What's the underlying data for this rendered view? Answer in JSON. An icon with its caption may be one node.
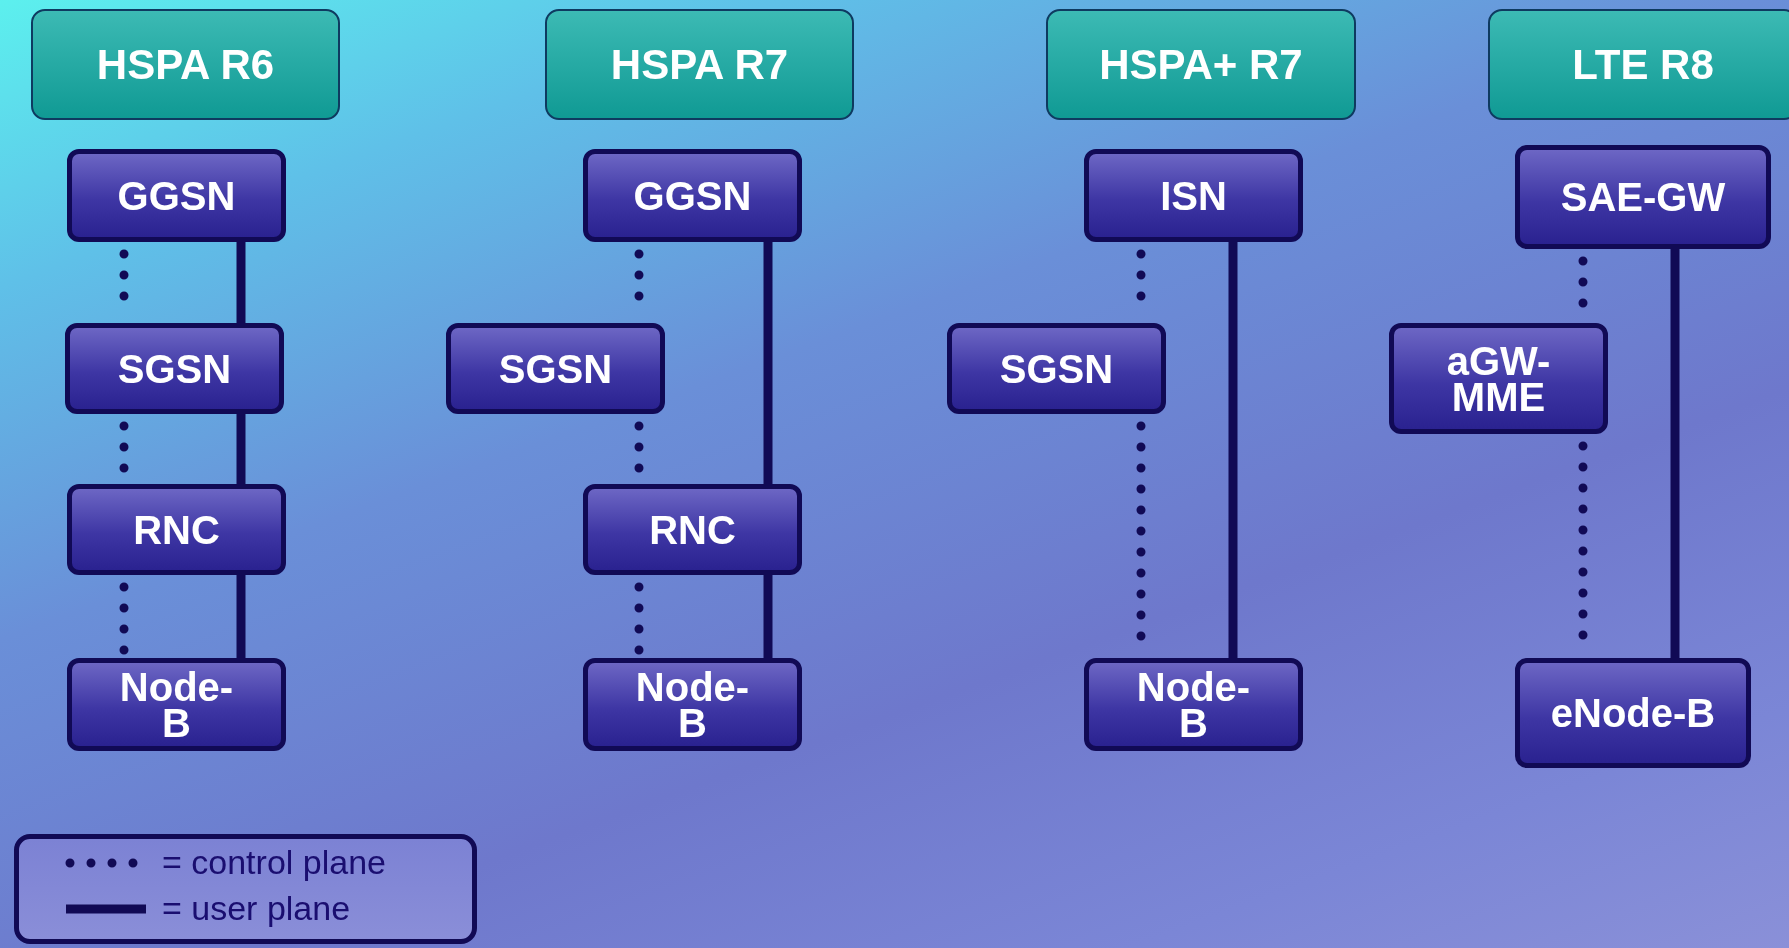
{
  "diagram": {
    "nodes": [
      {
        "text": [
          "HSPA R6"
        ]
      },
      {
        "text": [
          "HSPA R7"
        ]
      },
      {
        "text": [
          "HSPA+ R7"
        ]
      },
      {
        "text": [
          "LTE R8"
        ]
      },
      {
        "text": [
          "GGSN"
        ]
      },
      {
        "text": [
          "SGSN"
        ]
      },
      {
        "text": [
          "RNC"
        ]
      },
      {
        "text": [
          "Node-B"
        ]
      },
      {
        "text": [
          "GGSN"
        ]
      },
      {
        "text": [
          "SGSN"
        ]
      },
      {
        "text": [
          "RNC"
        ]
      },
      {
        "text": [
          "Node-B"
        ]
      },
      {
        "text": [
          "ISN"
        ]
      },
      {
        "text": [
          "SGSN"
        ]
      },
      {
        "text": [
          "Node-B"
        ]
      },
      {
        "text": [
          "SAE-GW"
        ]
      },
      {
        "text": [
          "aGW-MME"
        ]
      },
      {
        "text": [
          "eNode-B"
        ]
      }
    ],
    "edges": [
      {
        "from": 4,
        "to": 5,
        "arrow": "none",
        "style": "dashed"
      },
      {
        "from": 5,
        "to": 6,
        "arrow": "none",
        "style": "dashed"
      },
      {
        "from": 6,
        "to": 7,
        "arrow": "none",
        "style": "dashed"
      },
      {
        "from": 4,
        "to": 5,
        "arrow": "none"
      },
      {
        "from": 5,
        "to": 6,
        "arrow": "none"
      },
      {
        "from": 6,
        "to": 7,
        "arrow": "none"
      },
      {
        "from": 8,
        "to": 9,
        "arrow": "none",
        "style": "dashed"
      },
      {
        "from": 9,
        "to": 10,
        "arrow": "none",
        "style": "dashed"
      },
      {
        "from": 10,
        "to": 11,
        "arrow": "none",
        "style": "dashed"
      },
      {
        "from": 8,
        "to": 10,
        "arrow": "none"
      },
      {
        "from": 10,
        "to": 11,
        "arrow": "none"
      },
      {
        "from": 12,
        "to": 13,
        "arrow": "none",
        "style": "dashed"
      },
      {
        "from": 13,
        "to": 14,
        "arrow": "none",
        "style": "dashed"
      },
      {
        "from": 12,
        "to": 14,
        "arrow": "none"
      },
      {
        "from": 15,
        "to": 16,
        "arrow": "none",
        "style": "dashed"
      },
      {
        "from": 16,
        "to": 17,
        "arrow": "none",
        "style": "dashed"
      },
      {
        "from": 15,
        "to": 17,
        "arrow": "none"
      }
    ],
    "legend": [
      {
        "text": "= control plane"
      },
      {
        "text": "= user plane"
      }
    ]
  }
}
